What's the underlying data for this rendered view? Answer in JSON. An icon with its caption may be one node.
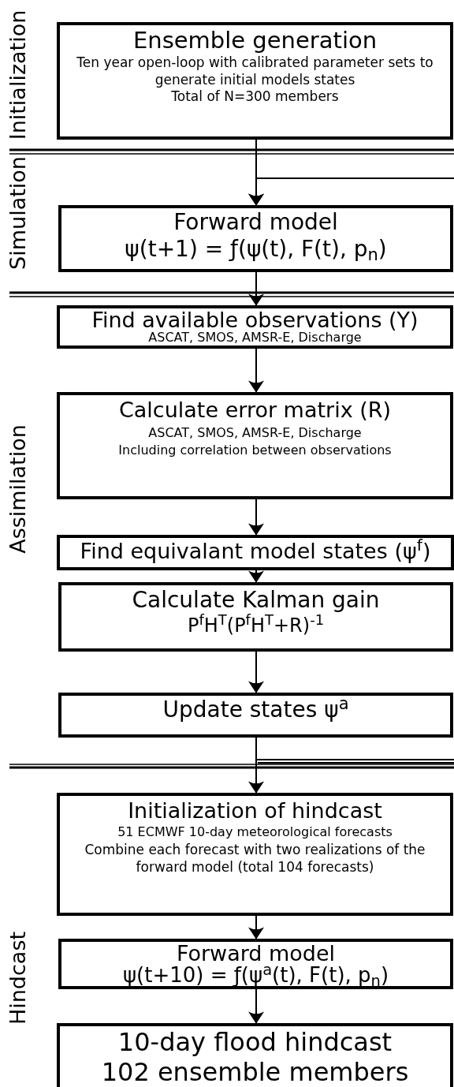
{
  "diagram": {
    "nodes": [
      {
        "text": [
          "Ensemble generation",
          "Ten year open-loop with calibrated parameter sets to generate initial models states",
          "Total of N=300 members"
        ]
      },
      {
        "text": [
          "Forward model",
          "ψ(t+1) = ƒ(ψ(t), F(t), p$_{n}$)"
        ]
      },
      {
        "text": [
          "Find available observations (Y)",
          "ASCAT, SMOS, AMSR-E, Discharge"
        ]
      },
      {
        "text": [
          "Calculate error matrix (R)",
          "ASCAT, SMOS, AMSR-E, Discharge",
          "Including correlation between observations"
        ]
      },
      {
        "text": [
          "Find equivalant model states (ψ$^{f}$)"
        ]
      },
      {
        "text": [
          "Calculate Kalman gain",
          "P$^{f}$H$^{T}$(P$^{f}$H$^{T}$+R)$^{-1}$"
        ]
      },
      {
        "text": [
          "Update states ψ$^{a}$"
        ]
      },
      {
        "text": [
          "Initialization of hindcast",
          "51 ECMWF 10-day meteorological forecasts",
          "Combine each forecast with two realizations of the forward model (total 104 forecasts)"
        ]
      },
      {
        "text": [
          "Forward model",
          "ψ(t+10) = ƒ(ψ$^{a}$(t), F(t), p$_{n}$)"
        ]
      },
      {
        "text": [
          "10-day flood hindcast",
          "102 ensemble members"
        ]
      }
    ],
    "edges": [
      {
        "from": 0,
        "to": 1,
        "arrow": "to"
      },
      {
        "from": 1,
        "to": 2,
        "arrow": "to"
      },
      {
        "from": 2,
        "to": 3,
        "arrow": "to"
      },
      {
        "from": 3,
        "to": 4,
        "arrow": "to"
      },
      {
        "from": 4,
        "to": 5,
        "arrow": "to"
      },
      {
        "from": 5,
        "to": 6,
        "arrow": "to"
      },
      {
        "from": 6,
        "to": 7,
        "arrow": "to"
      },
      {
        "from": 7,
        "to": 8,
        "arrow": "to"
      },
      {
        "from": 8,
        "to": 9,
        "arrow": "to"
      },
      {
        "from": null,
        "to": 1,
        "arrow": "to"
      },
      {
        "from": 6,
        "to": null,
        "arrow": "none"
      }
    ],
    "labels": [
      "Initialization",
      "Simulation",
      "Assimilation",
      "Hindcast"
    ]
  }
}
